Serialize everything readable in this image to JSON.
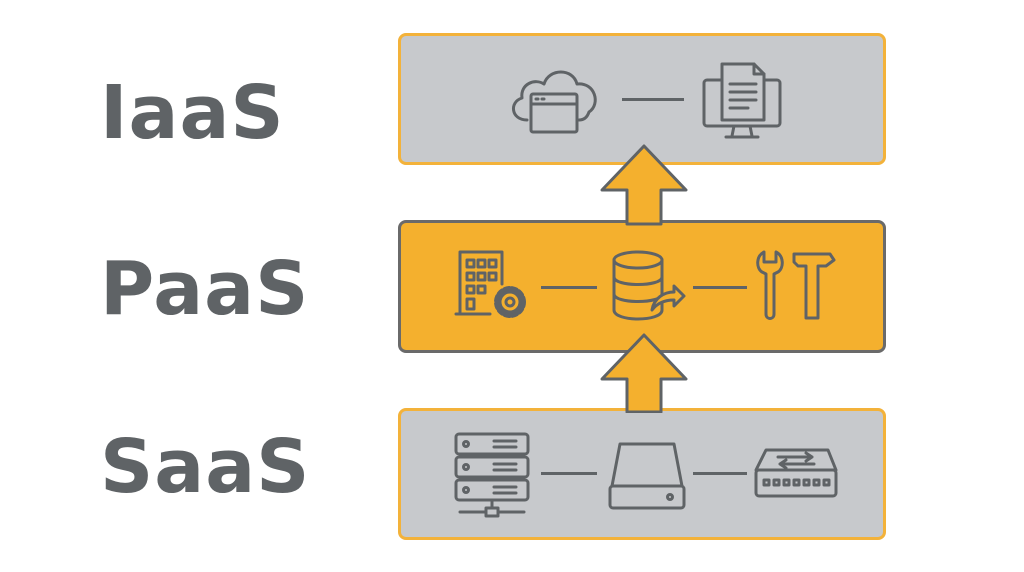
{
  "layers": [
    {
      "label": "IaaS",
      "fill": "#c7c9cc",
      "border": "#f3b23a",
      "icons": [
        "cloud-browser-icon",
        "monitor-document-icon"
      ]
    },
    {
      "label": "PaaS",
      "fill": "#f4b02e",
      "border": "#6a6a6a",
      "icons": [
        "building-gear-icon",
        "database-export-icon",
        "wrench-hammer-icon"
      ]
    },
    {
      "label": "SaaS",
      "fill": "#c7c9cc",
      "border": "#f3b23a",
      "icons": [
        "server-rack-icon",
        "hard-drive-icon",
        "network-switch-icon"
      ]
    }
  ],
  "colors": {
    "label_text": "#5f6366",
    "arrow": "#f4b02e",
    "icon_stroke": "#5f6366"
  }
}
